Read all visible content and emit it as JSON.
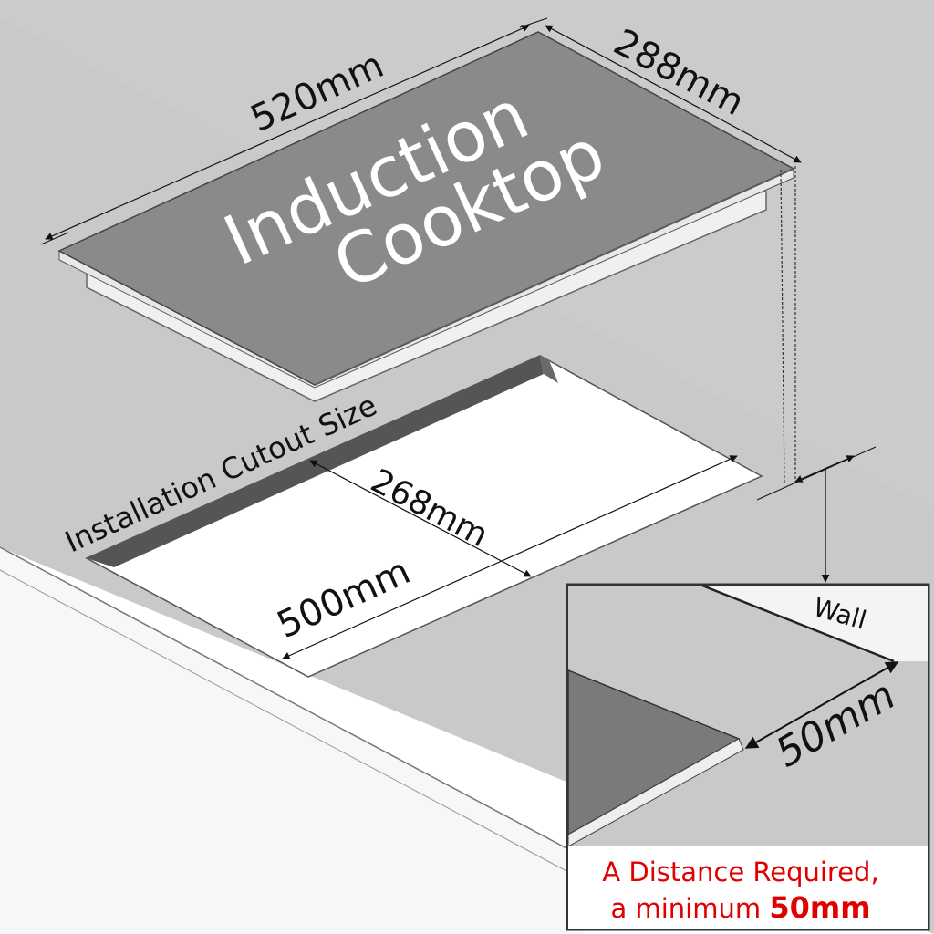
{
  "diagram": {
    "cooktop": {
      "label_line1": "Induction",
      "label_line2": "Cooktop",
      "width_label": "520mm",
      "depth_label": "288mm"
    },
    "cutout": {
      "title": "Installation Cutout Size",
      "width_label": "500mm",
      "depth_label": "268mm"
    },
    "inset": {
      "wall_label": "Wall",
      "distance_label": "50mm",
      "note_line1": "A Distance Required,",
      "note_line2_prefix": "a minimum ",
      "note_line2_value": "50mm"
    },
    "colors": {
      "counter_top": "#c8c8c8",
      "counter_front": "#fafafa",
      "cooktop_glass": "#8a8a8a",
      "note_red": "#e00000"
    }
  }
}
